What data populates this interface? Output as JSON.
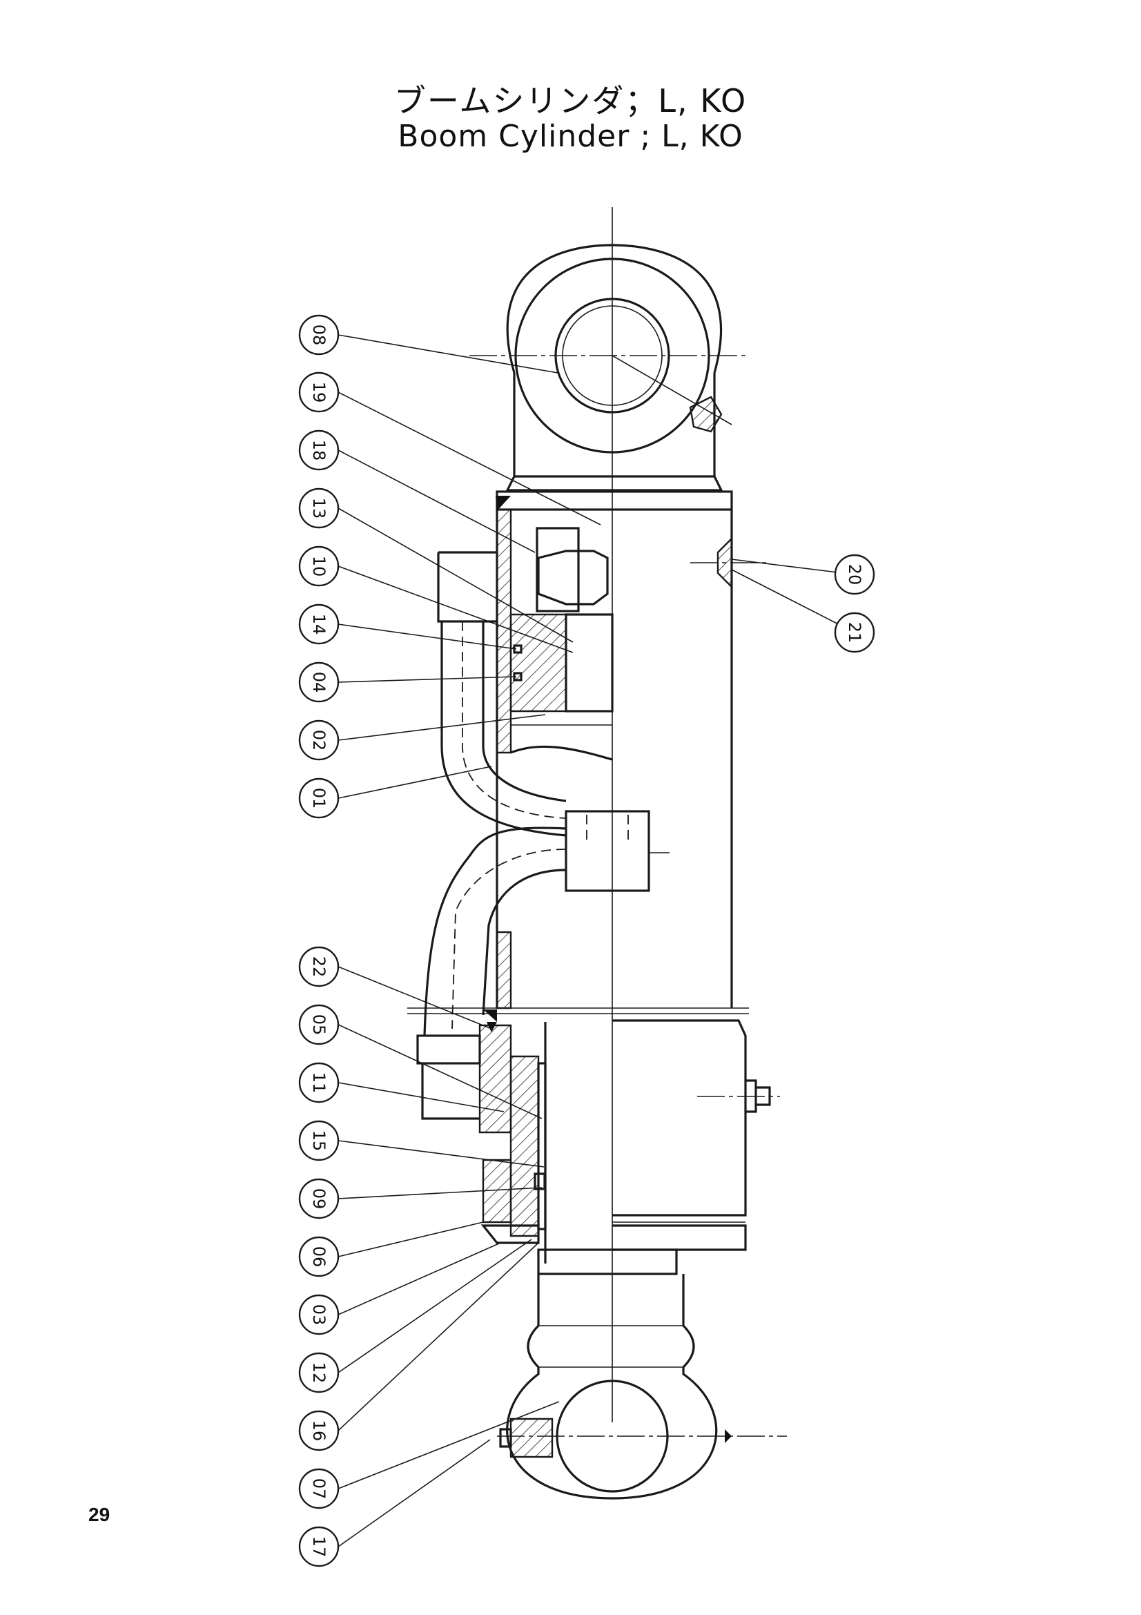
{
  "title_ja": "ブームシリンダ；L, KO",
  "title_en": "Boom Cylinder ; L, KO",
  "page_number": "29",
  "part_callouts": [
    "08",
    "19",
    "18",
    "13",
    "10",
    "14",
    "04",
    "02",
    "01",
    "22",
    "05",
    "11",
    "15",
    "09",
    "06",
    "03",
    "12",
    "16",
    "07",
    "17",
    "20",
    "21"
  ]
}
